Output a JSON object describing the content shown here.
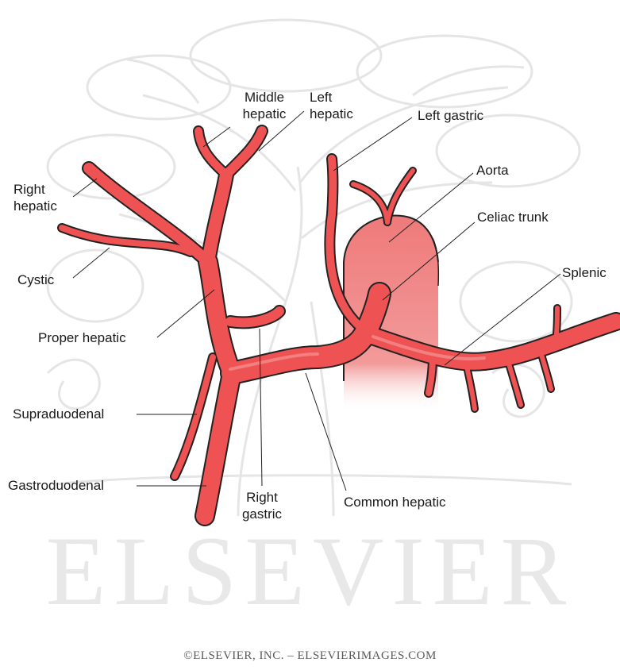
{
  "diagram": {
    "labels": {
      "middle_hepatic": "Middle\nhepatic",
      "left_hepatic": "Left\nhepatic",
      "left_gastric": "Left gastric",
      "right_hepatic": "Right\nhepatic",
      "aorta": "Aorta",
      "celiac_trunk": "Celiac trunk",
      "cystic": "Cystic",
      "splenic": "Splenic",
      "proper_hepatic": "Proper hepatic",
      "supraduodenal": "Supraduodenal",
      "gastroduodenal": "Gastroduodenal",
      "right_gastric": "Right\ngastric",
      "common_hepatic": "Common hepatic"
    },
    "colors": {
      "artery_fill": "#ee5252",
      "artery_outline": "#222222",
      "aorta_fill": "#ef8080",
      "watermark_gray": "#e6e6e6"
    }
  },
  "watermark": {
    "wordmark": "ELSEVIER",
    "copyright": "©ELSEVIER, INC. – ELSEVIERIMAGES.COM",
    "logo": "elsevier-tree-logo"
  }
}
